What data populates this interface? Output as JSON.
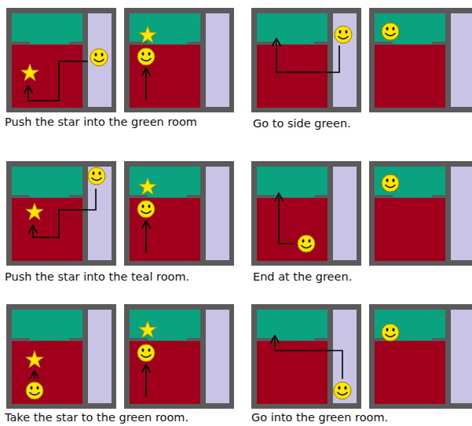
{
  "diagram": {
    "labels": [
      "Push the star into the green room",
      "Go to side green.",
      "Push the star into the teal room.",
      "End at the green.",
      "Take the star to the green room.",
      "Go into the green room."
    ]
  }
}
